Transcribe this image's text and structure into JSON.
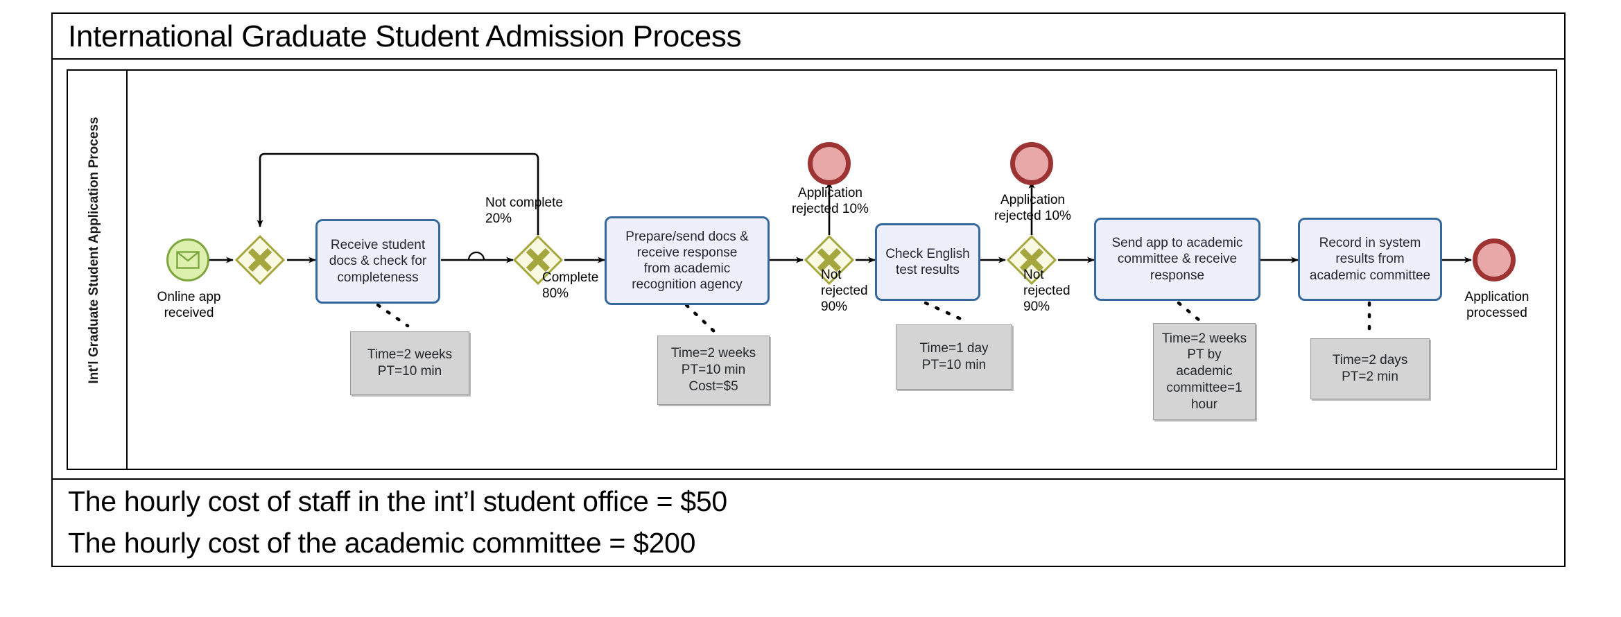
{
  "title": "International Graduate Student Admission Process",
  "pool": {
    "lane_label": "Int'l Graduate Student Application Process"
  },
  "footnotes": [
    "The hourly cost of staff in the int’l student office = $50",
    "The hourly cost of the academic committee = $200"
  ],
  "colors": {
    "task_fill": "#edf0fb",
    "task_border": "#35699e",
    "gateway_fill": "#fafae2",
    "gateway_border": "#a6a63f",
    "start_fill": "#ddf0ae",
    "start_border": "#7ca53e",
    "end_fill": "#e8a8a8",
    "end_border": "#9e3333",
    "annotation_fill": "#d4d4d4",
    "annotation_border": "#9a9a9a",
    "flow_line": "#000000"
  },
  "events": {
    "start": {
      "label": "Online app\nreceived",
      "label_line1": "Online app",
      "label_line2": "received",
      "icon": "envelope-icon"
    },
    "end_rejected_1": {
      "label_line1": "Application",
      "label_line2": "rejected 10%"
    },
    "end_rejected_2": {
      "label_line1": "Application",
      "label_line2": "rejected 10%"
    },
    "end_processed": {
      "label_line1": "Application",
      "label_line2": "processed"
    }
  },
  "gateways": [
    {
      "id": "gw-merge",
      "type": "exclusive"
    },
    {
      "id": "gw-completeness",
      "type": "exclusive"
    },
    {
      "id": "gw-recognition",
      "type": "exclusive"
    },
    {
      "id": "gw-english",
      "type": "exclusive"
    }
  ],
  "tasks": [
    {
      "id": "task-receive-docs",
      "line1": "Receive student",
      "line2": "docs & check for",
      "line3": "completeness",
      "line4": ""
    },
    {
      "id": "task-prepare-send",
      "line1": "Prepare/send docs &",
      "line2": "receive response",
      "line3": "from academic",
      "line4": "recognition agency"
    },
    {
      "id": "task-check-english",
      "line1": "Check English",
      "line2": "test results",
      "line3": "",
      "line4": ""
    },
    {
      "id": "task-send-committee",
      "line1": "Send app to academic",
      "line2": "committee & receive",
      "line3": "response",
      "line4": ""
    },
    {
      "id": "task-record-results",
      "line1": "Record in system",
      "line2": "results from",
      "line3": "academic committee",
      "line4": ""
    }
  ],
  "annotations": [
    {
      "id": "ann-receive-docs",
      "lines": [
        "Time=2 weeks",
        "PT=10 min"
      ]
    },
    {
      "id": "ann-prepare-send",
      "lines": [
        "Time=2 weeks",
        "PT=10 min",
        "Cost=$5"
      ]
    },
    {
      "id": "ann-check-english",
      "lines": [
        "Time=1 day",
        "PT=10 min"
      ]
    },
    {
      "id": "ann-send-committee",
      "lines": [
        "Time=2 weeks",
        "PT by",
        "academic",
        "committee=1",
        "hour"
      ]
    },
    {
      "id": "ann-record-results",
      "lines": [
        "Time=2 days",
        "PT=2 min"
      ]
    }
  ],
  "flow_labels": {
    "not_complete": {
      "line1": "Not complete",
      "line2": "20%"
    },
    "complete": {
      "line1": "Complete",
      "line2": "80%"
    },
    "not_rejected_1": {
      "line1": "Not",
      "line2": "rejected",
      "line3": "90%"
    },
    "not_rejected_2": {
      "line1": "Not",
      "line2": "rejected",
      "line3": "90%"
    },
    "rejected_1": {
      "line1": "Application",
      "line2": "rejected 10%"
    },
    "rejected_2": {
      "line1": "Application",
      "line2": "rejected 10%"
    }
  }
}
